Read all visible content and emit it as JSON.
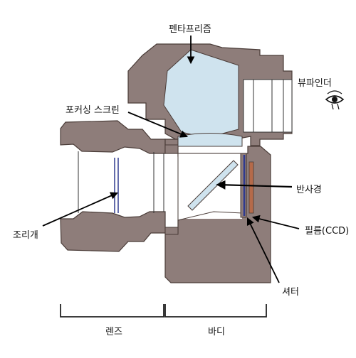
{
  "labels": {
    "pentaprism": "펜타프리즘",
    "viewfinder": "뷰파인더",
    "focusing_screen": "포커싱 스크린",
    "mirror": "반사경",
    "film": "필름(CCD)",
    "aperture": "조리개",
    "shutter": "셔터",
    "lens": "렌즈",
    "body": "바디"
  },
  "colors": {
    "body_fill": "#8e7d7a",
    "outline": "#4a3c38",
    "glass": "#cfe3ee",
    "film_strip": "#b56a4a",
    "sensor": "#2f3a8f",
    "arrow": "#000000"
  },
  "icons": {
    "eye": "eye-icon"
  }
}
